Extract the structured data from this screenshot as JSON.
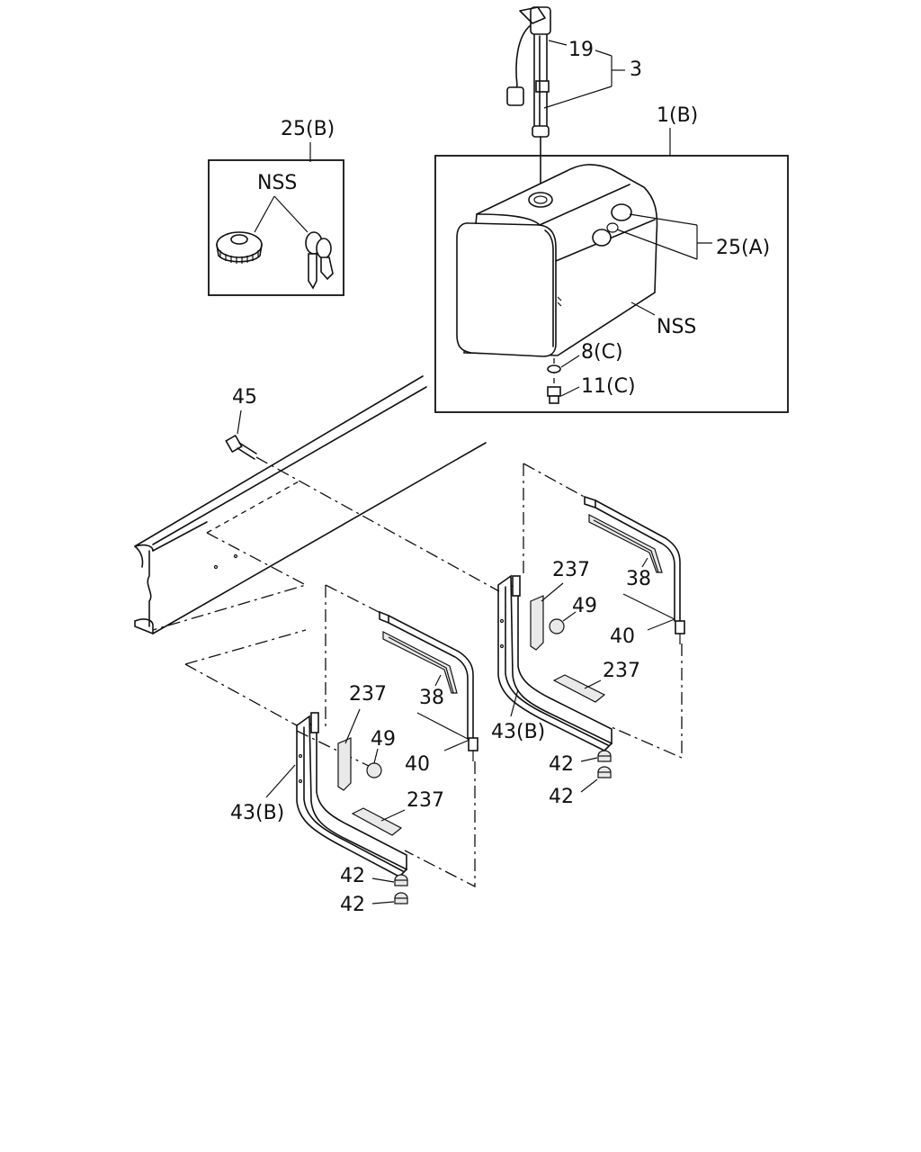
{
  "labels": {
    "sender_unit": "19",
    "sender_assy": "3",
    "tank_ref": "1(B)",
    "cap_kit_ref": "25(B)",
    "cap_kit_nss": "NSS",
    "tank_caps": "25(A)",
    "tank_nss": "NSS",
    "washer": "8(C)",
    "drain_plug": "11(C)",
    "frame_bolt": "45",
    "rear_pad_top": "237",
    "rear_nut": "49",
    "rear_strap_pad": "38",
    "rear_strap": "40",
    "rear_pad_bottom": "237",
    "rear_bracket": "43(B)",
    "rear_nut_a": "42",
    "rear_nut_b": "42",
    "front_pad_top": "237",
    "front_strap_pad": "38",
    "front_nut": "49",
    "front_strap": "40",
    "front_pad_bottom": "237",
    "front_bracket": "43(B)",
    "front_nut_a": "42",
    "front_nut_b": "42"
  }
}
